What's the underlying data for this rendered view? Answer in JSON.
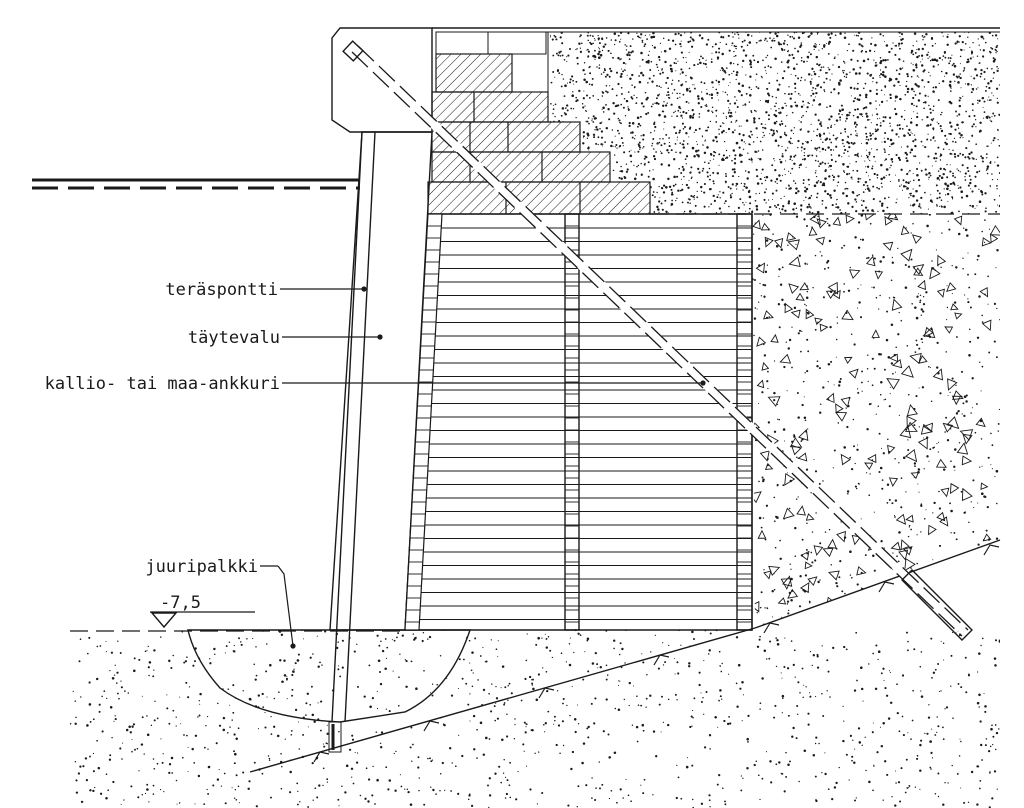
{
  "labels": {
    "sheet_pile": "teräspontti",
    "infill_concrete": "täytevalu",
    "anchor": "kallio- tai maa-ankkuri",
    "root_beam": "juuripalkki",
    "level": "-7,5"
  },
  "colors": {
    "concrete": "#dcdcdc",
    "line": "#1a1a1a",
    "background": "#ffffff"
  },
  "icons": {
    "level_marker": "triangle-down-icon",
    "rock_surface_tick": "rock-tick-icon"
  }
}
